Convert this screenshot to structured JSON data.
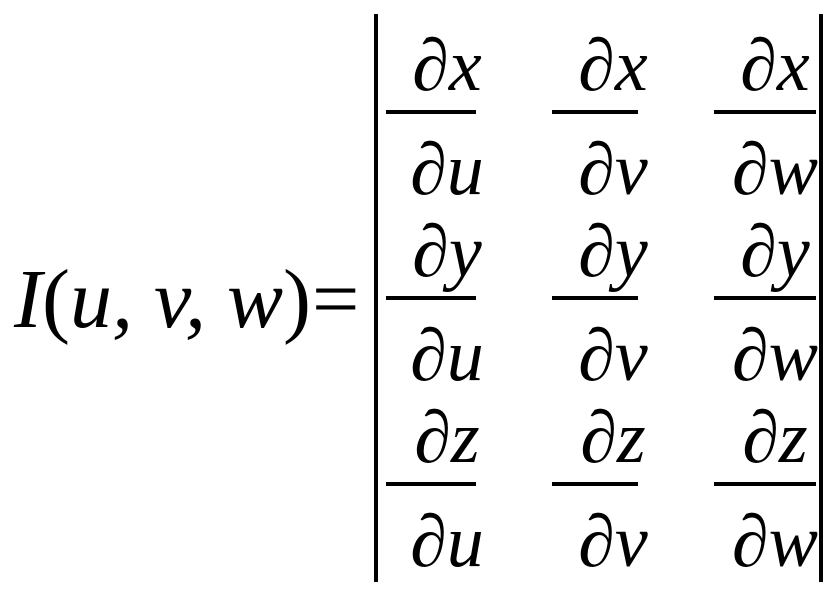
{
  "equation": {
    "lhs": {
      "function_name": "I",
      "open_paren": "(",
      "variables": "u, v, w",
      "close_paren": ")"
    },
    "equals": "=",
    "determinant": {
      "rows": [
        [
          {
            "numerator": "∂x",
            "denominator": "∂u"
          },
          {
            "numerator": "∂x",
            "denominator": "∂v"
          },
          {
            "numerator": "∂x",
            "denominator": "∂w"
          }
        ],
        [
          {
            "numerator": "∂y",
            "denominator": "∂u"
          },
          {
            "numerator": "∂y",
            "denominator": "∂v"
          },
          {
            "numerator": "∂y",
            "denominator": "∂w"
          }
        ],
        [
          {
            "numerator": "∂z",
            "denominator": "∂u"
          },
          {
            "numerator": "∂z",
            "denominator": "∂v"
          },
          {
            "numerator": "∂z",
            "denominator": "∂w"
          }
        ]
      ]
    }
  }
}
